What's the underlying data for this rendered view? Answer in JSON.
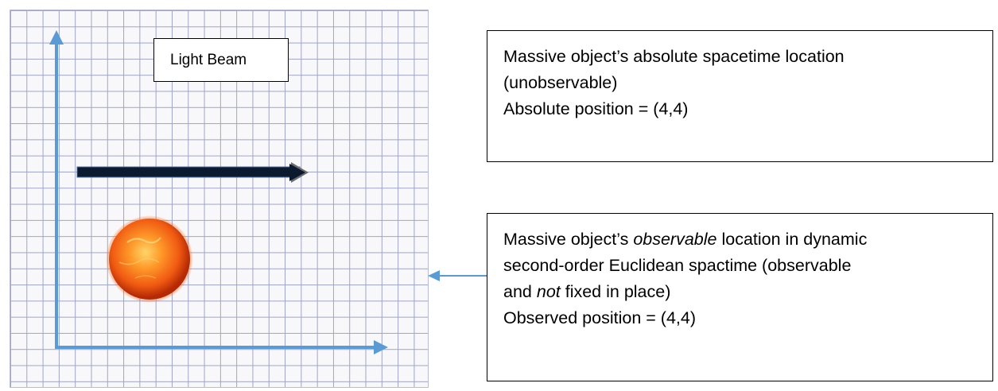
{
  "grid": {
    "sun_icon": "sun-icon",
    "light_beam_label": "Light Beam"
  },
  "absolute_box": {
    "line1": "Massive object’s absolute spacetime location",
    "line2": "(unobservable)",
    "position": "Absolute position = (4,4)"
  },
  "observed_box": {
    "line1_pre": "Massive object’s ",
    "line1_em": "observable",
    "line1_post": " location in dynamic",
    "line2": "second-order Euclidean spactime (observable",
    "line3_pre": "and ",
    "line3_em": "not",
    "line3_post": " fixed in place)",
    "position": "Observed position = (4,4)"
  },
  "colors": {
    "axis": "#5b9bd5",
    "grid_line": "#9fa3c6",
    "beam_arrow": "#0b1a2e",
    "sun_core": "#f36b13",
    "sun_edge": "#b52a05"
  }
}
